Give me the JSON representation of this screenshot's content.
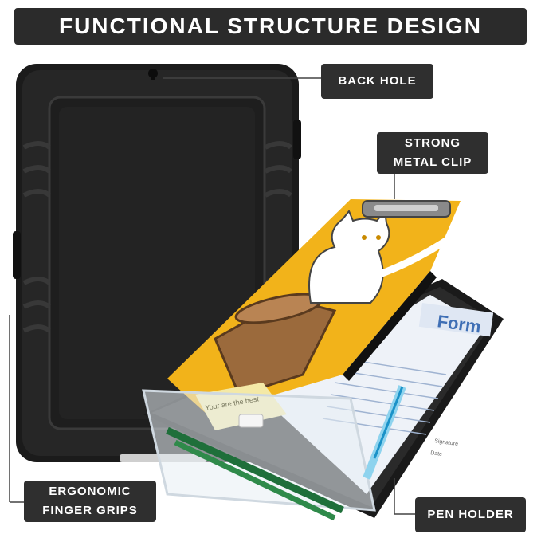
{
  "title": "FUNCTIONAL STRUCTURE DESIGN",
  "labels": {
    "back_hole": "BACK HOLE",
    "strong_clip_line1": "STRONG",
    "strong_clip_line2": "METAL CLIP",
    "grips_line1": "ERGONOMIC",
    "grips_line2": "FINGER GRIPS",
    "pen_holder": "PEN HOLDER"
  },
  "form_text": {
    "heading": "Form",
    "sticky_note": "Your are the best",
    "field_signature": "Signature",
    "field_date": "Date"
  },
  "colors": {
    "background": "#ffffff",
    "label_bg": "#2f2f2f",
    "board_black": "#1c1c1c",
    "clipboard_yellow": "#f2b31a",
    "form_blue": "#3f6fb5",
    "sticky_yellow": "#f4e9a6"
  }
}
